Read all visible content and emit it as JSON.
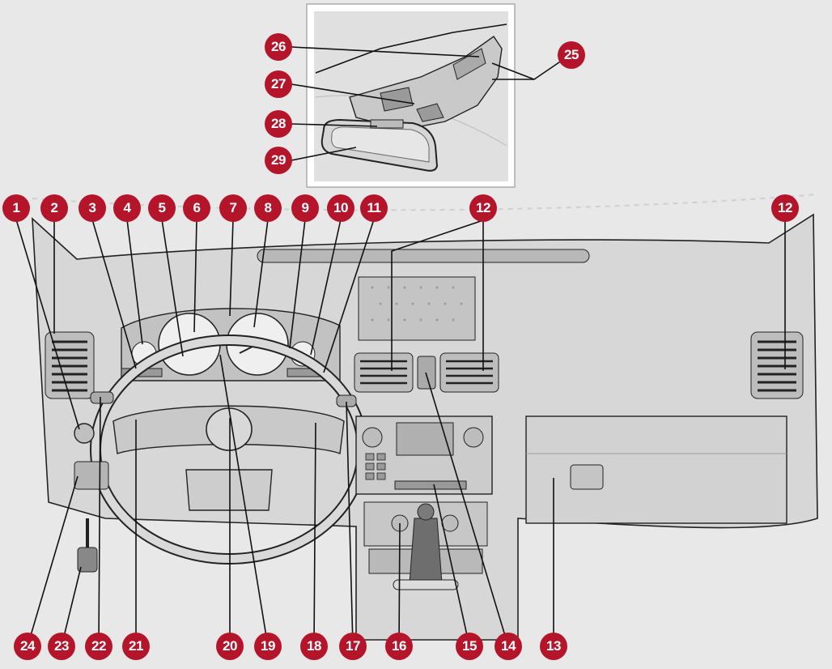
{
  "diagram": {
    "callouts_top": [
      "1",
      "2",
      "3",
      "4",
      "5",
      "6",
      "7",
      "8",
      "9",
      "10",
      "11",
      "12",
      "12"
    ],
    "callouts_bottom": [
      "24",
      "23",
      "22",
      "21",
      "20",
      "19",
      "18",
      "17",
      "16",
      "15",
      "14",
      "13"
    ],
    "callouts_inset": [
      "26",
      "25",
      "27",
      "28",
      "29"
    ],
    "colors": {
      "callout": "#b5152b",
      "background": "#e8e8e8",
      "line": "#111111",
      "dash": "#cfcfcf"
    }
  }
}
